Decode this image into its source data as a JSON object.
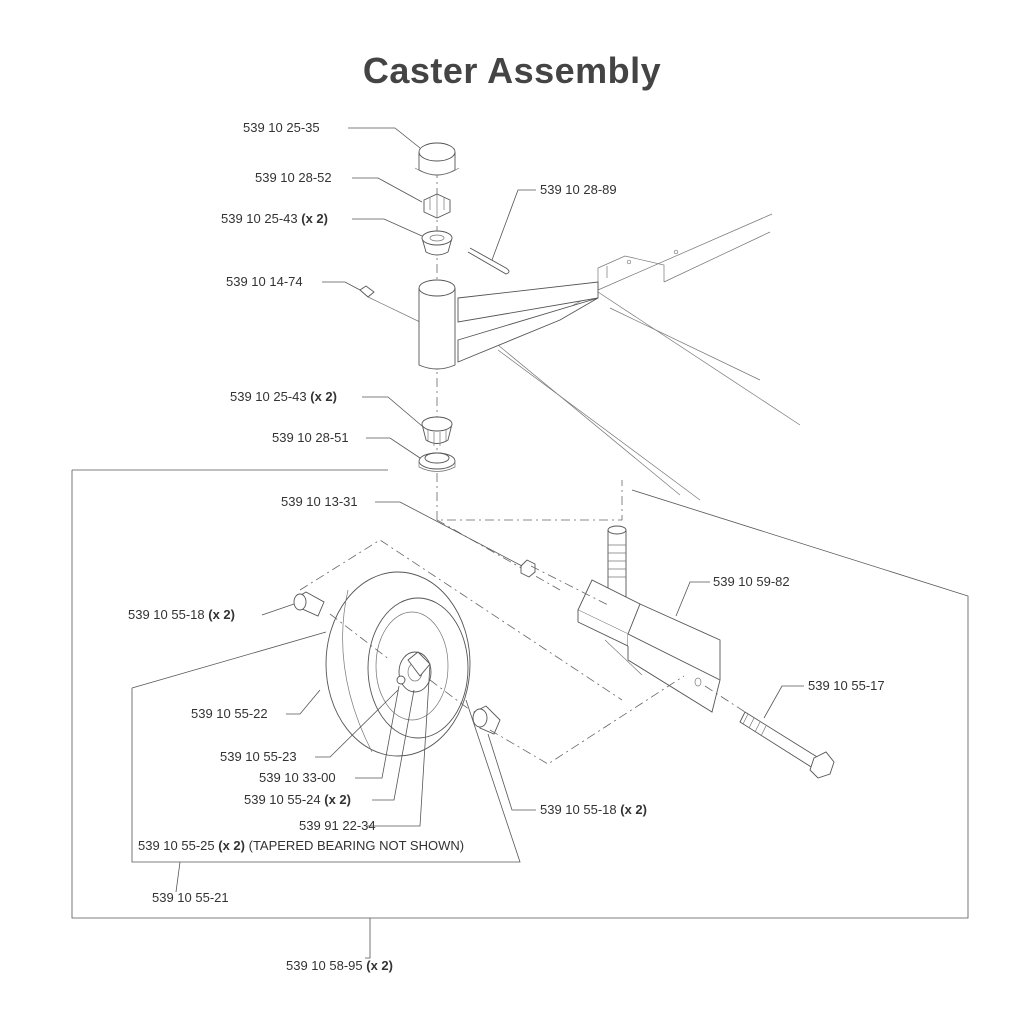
{
  "title": "Caster Assembly",
  "callouts": [
    {
      "part": "539 10 25-35",
      "qty": ""
    },
    {
      "part": "539 10 28-52",
      "qty": ""
    },
    {
      "part": "539 10 28-89",
      "qty": ""
    },
    {
      "part": "539 10 25-43",
      "qty": "(x 2)"
    },
    {
      "part": "539 10 14-74",
      "qty": ""
    },
    {
      "part": "539 10 25-43",
      "qty": "(x 2)"
    },
    {
      "part": "539 10 28-51",
      "qty": ""
    },
    {
      "part": "539 10 13-31",
      "qty": ""
    },
    {
      "part": "539 10 59-82",
      "qty": ""
    },
    {
      "part": "539 10 55-18",
      "qty": "(x 2)"
    },
    {
      "part": "539 10 55-17",
      "qty": ""
    },
    {
      "part": "539 10 55-22",
      "qty": ""
    },
    {
      "part": "539 10 55-23",
      "qty": ""
    },
    {
      "part": "539 10 33-00",
      "qty": ""
    },
    {
      "part": "539 10 55-24",
      "qty": "(x 2)"
    },
    {
      "part": "539 91 22-34",
      "qty": ""
    },
    {
      "part": "539 10 55-18",
      "qty": "(x 2)"
    },
    {
      "part": "539 10 55-25",
      "qty": "(x 2)",
      "note": "(TAPERED BEARING NOT SHOWN)"
    },
    {
      "part": "539 10 55-21",
      "qty": ""
    },
    {
      "part": "539 10 58-95",
      "qty": "(x 2)"
    }
  ]
}
